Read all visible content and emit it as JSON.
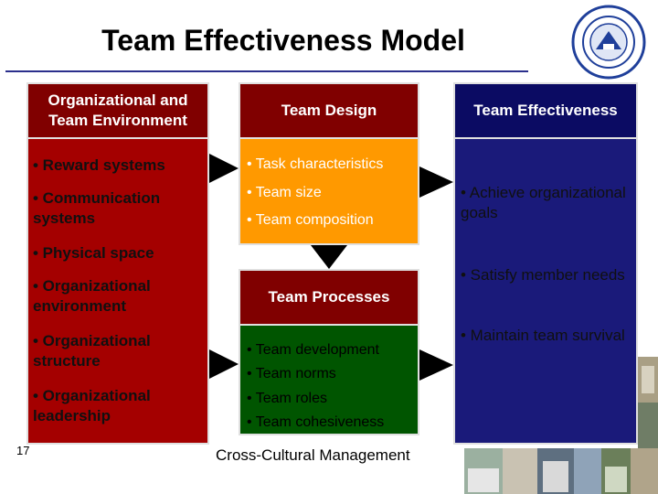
{
  "title": "Team Effectiveness Model",
  "columns": {
    "environment": {
      "header": "Organizational and Team Environment",
      "items": [
        "• Reward systems",
        "• Communication systems",
        "• Physical space",
        "• Organizational environment",
        "• Organizational structure",
        "• Organizational leadership"
      ]
    },
    "design": {
      "header": "Team Design",
      "items": [
        "• Task characteristics",
        "• Team size",
        "• Team composition"
      ]
    },
    "processes": {
      "header": "Team Processes",
      "items": [
        "• Team development",
        "• Team norms",
        "• Team roles",
        "• Team cohesiveness"
      ]
    },
    "effectiveness": {
      "header": "Team Effectiveness",
      "items": [
        "• Achieve organizational goals",
        "• Satisfy member needs",
        "• Maintain team survival"
      ]
    }
  },
  "footer": "Cross-Cultural Management",
  "page_number": "17",
  "colors": {
    "title_rule": "#2b2f8c",
    "header_bg": "#800000",
    "environment_bg": "#a40000",
    "design_bg": "#ff9900",
    "processes_bg": "#005500",
    "effectiveness_bg": "#1a1a7a",
    "arrow": "#000000"
  },
  "icons": [
    "university-seal-logo",
    "campus-photo-strip"
  ]
}
